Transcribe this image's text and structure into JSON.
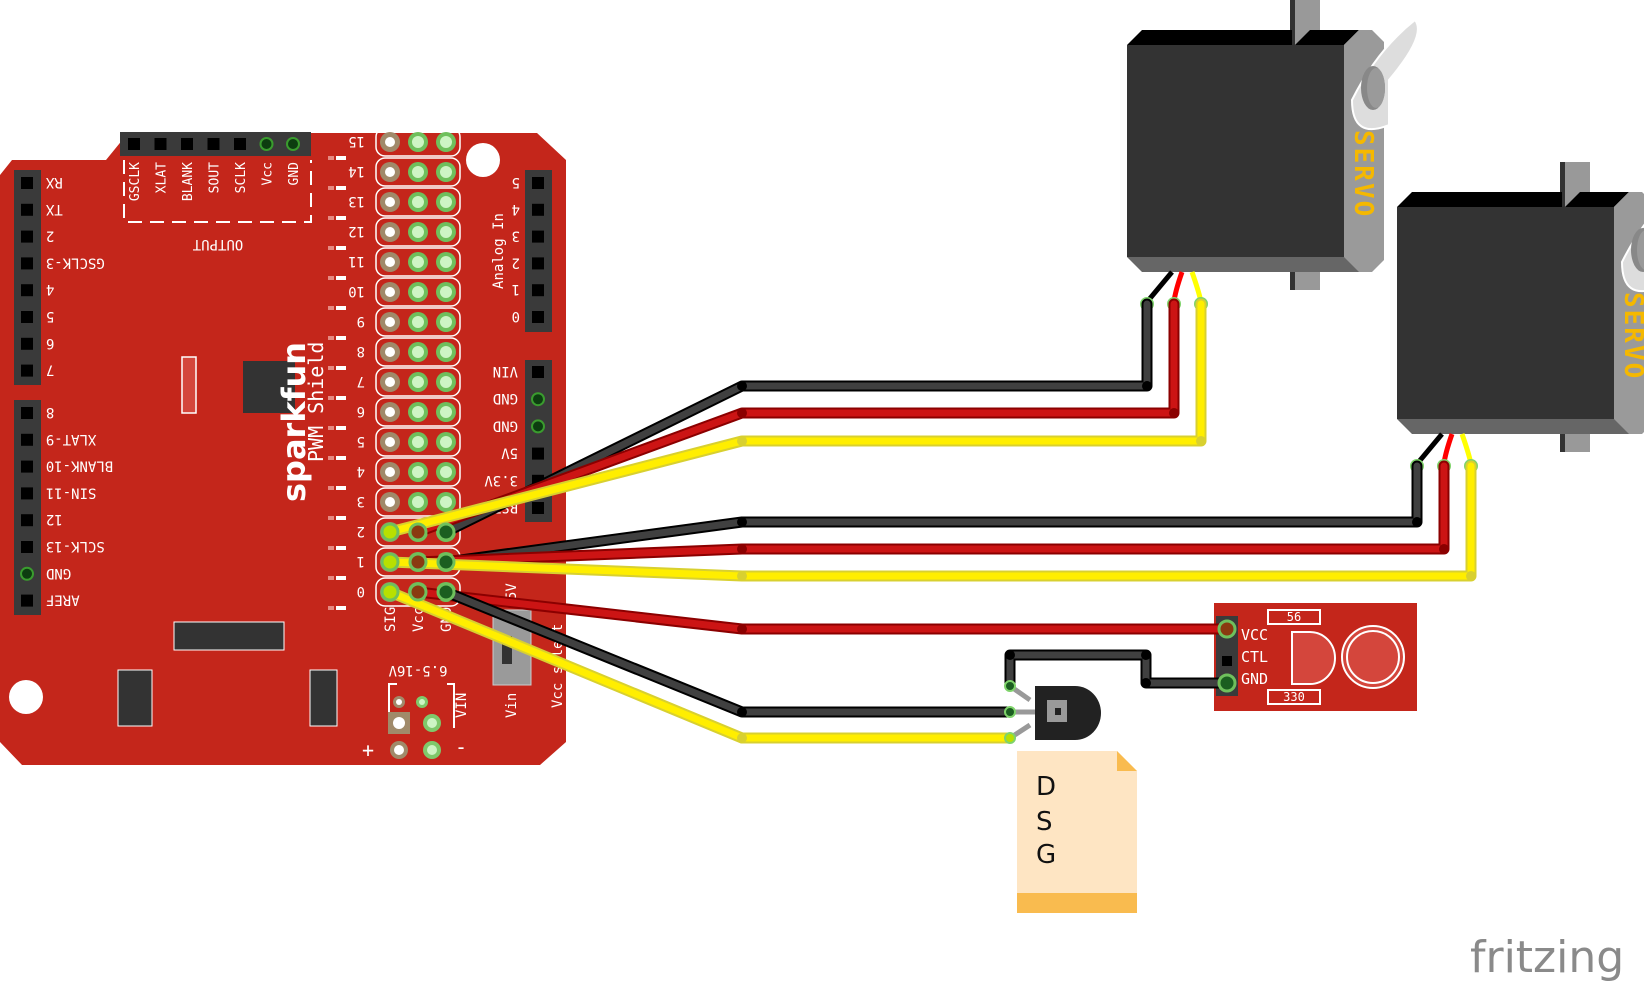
{
  "app": "fritzing",
  "logo_text": "fritzing",
  "board": {
    "name": "SparkFun PWM Shield",
    "brand": "sparkfun",
    "title": "PWM Shield",
    "output_header_label": "OUTPUT",
    "output_pins": [
      "GSCLK",
      "XLAT",
      "BLANK",
      "SOUT",
      "SCLK",
      "Vcc",
      "GND"
    ],
    "left_pins_top": [
      "RX",
      "TX",
      "2",
      "GSCLK-3",
      "4",
      "5",
      "6",
      "7"
    ],
    "left_pins_bottom": [
      "8",
      "XLAT-9",
      "BLANK-10",
      "SIN-11",
      "12",
      "SCLK-13",
      "GND",
      "AREF"
    ],
    "analog_label": "Analog In",
    "analog_pins": [
      "5",
      "4",
      "3",
      "2",
      "1",
      "0"
    ],
    "power_pins": [
      "VIN",
      "GND",
      "GND",
      "5V",
      "3.3V",
      "RST"
    ],
    "pwm_channels": [
      "15",
      "14",
      "13",
      "12",
      "11",
      "10",
      "9",
      "8",
      "7",
      "6",
      "5",
      "4",
      "3",
      "2",
      "1",
      "0"
    ],
    "pwm_col_labels": [
      "SIG",
      "Vcc",
      "GND"
    ],
    "vin_range_label": "6.5-16V",
    "vin_label": "VIN",
    "plus_label": "+",
    "minus_label": "-",
    "switch_labels": [
      "Vin",
      "Vcc select",
      "5V"
    ]
  },
  "servos": [
    {
      "label": "SERVO",
      "wires": [
        "black",
        "red",
        "yellow"
      ],
      "pwm_channel": "2"
    },
    {
      "label": "SERVO",
      "wires": [
        "black",
        "red",
        "yellow"
      ],
      "pwm_channel": "1"
    }
  ],
  "led_module": {
    "pins": [
      "VCC",
      "CTL",
      "GND"
    ],
    "resistor_top": "56",
    "resistor_bottom": "330"
  },
  "transistor": {
    "type": "MOSFET",
    "pinout_note": [
      "D",
      "S",
      "G"
    ]
  },
  "colors": {
    "board_red": "#c4261b",
    "wire_black": "#404040",
    "wire_red": "#cc1414",
    "wire_yellow": "#ffee00",
    "servo_body": "#333333",
    "servo_label": "#f5b800",
    "note_bg": "#fee5c3",
    "note_accent": "#f9bb4f",
    "logo": "#8a8a8a"
  }
}
